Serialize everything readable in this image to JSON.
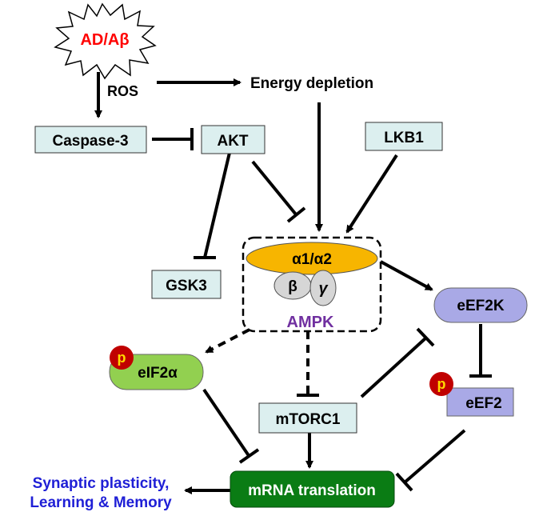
{
  "nodes": {
    "ad_abeta": "AD/Aβ",
    "ros": "ROS",
    "energy_depletion": "Energy depletion",
    "caspase3": "Caspase-3",
    "akt": "AKT",
    "lkb1": "LKB1",
    "gsk3": "GSK3",
    "alpha": "α1/α2",
    "beta": "β",
    "gamma": "γ",
    "ampk": "AMPK",
    "eef2k": "eEF2K",
    "eif2a": "eIF2α",
    "eef2": "eEF2",
    "p_eif2a": "p",
    "p_eef2": "p",
    "mtorc1": "mTORC1",
    "mrna": "mRNA translation",
    "outcome_line1": "Synaptic plasticity,",
    "outcome_line2": "Learning & Memory"
  },
  "colors": {
    "pale_box": "#dcefef",
    "alpha_subunit": "#f7b500",
    "grey_subunit": "#d6d6d6",
    "ampk_text": "#7030a0",
    "lavender_box": "#a9a9e6",
    "green_box": "#92d050",
    "dark_green": "#0a7c14",
    "phospho": "#c00000",
    "phospho_text": "#ffd800",
    "red_text": "#ff0000",
    "blue_text": "#1f1fd6"
  }
}
